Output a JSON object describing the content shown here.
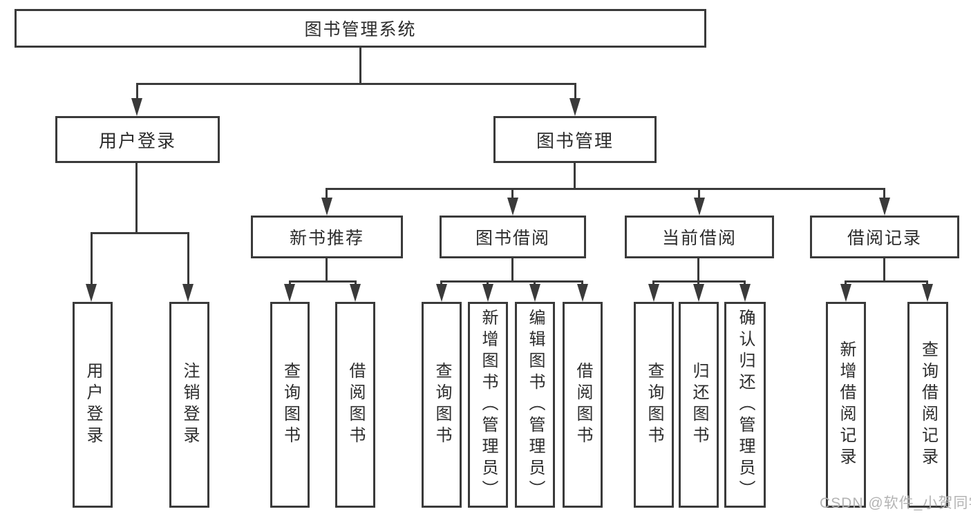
{
  "diagram": {
    "root": "图书管理系统",
    "level2": [
      "用户登录",
      "图书管理"
    ],
    "level3": [
      "新书推荐",
      "图书借阅",
      "当前借阅",
      "借阅记录"
    ],
    "leaves": {
      "user_login": [
        "用户登录",
        "注销登录"
      ],
      "new_book": [
        "查询图书",
        "借阅图书"
      ],
      "book_borrow": [
        "查询图书",
        "新增图书（管理员）",
        "编辑图书（管理员）",
        "借阅图书"
      ],
      "current_borrow": [
        "查询图书",
        "归还图书",
        "确认归还（管理员）"
      ],
      "records": [
        "新增借阅记录",
        "查询借阅记录"
      ]
    },
    "watermark": "CSDN @软件_小贺同学"
  }
}
